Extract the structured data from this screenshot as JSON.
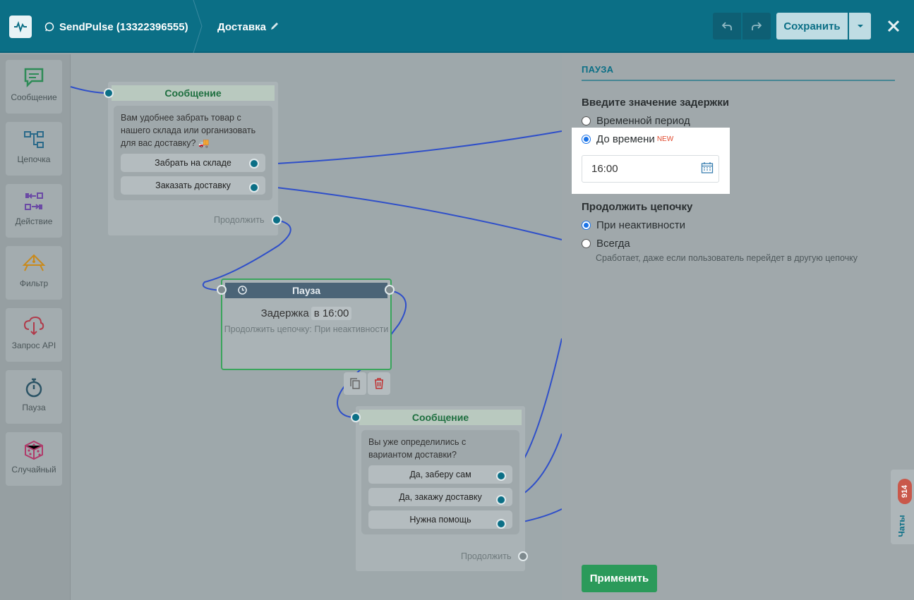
{
  "header": {
    "bot_name": "SendPulse (13322396555)",
    "flow_name": "Доставка",
    "save_label": "Сохранить"
  },
  "sidebar": {
    "items": [
      {
        "label": "Сообщение",
        "icon": "message-icon"
      },
      {
        "label": "Цепочка",
        "icon": "chain-icon"
      },
      {
        "label": "Действие",
        "icon": "action-icon"
      },
      {
        "label": "Фильтр",
        "icon": "filter-icon"
      },
      {
        "label": "Запрос API",
        "icon": "api-request-icon"
      },
      {
        "label": "Пауза",
        "icon": "stopwatch-icon"
      },
      {
        "label": "Случайный",
        "icon": "dice-icon"
      }
    ]
  },
  "canvas": {
    "message1": {
      "title": "Сообщение",
      "text": "Вам удобнее забрать товар с нашего склада или организовать для вас доставку? 🚚",
      "buttons": [
        "Забрать на складе",
        "Заказать доставку"
      ],
      "continue": "Продолжить"
    },
    "pause": {
      "title": "Пауза",
      "delay_label": "Задержка",
      "delay_value": "в 16:00",
      "continue_text": "Продолжить цепочку: При неактивности"
    },
    "message2": {
      "title": "Сообщение",
      "text": "Вы уже определились с вариантом доставки?",
      "buttons": [
        "Да, заберу сам",
        "Да, закажу доставку",
        "Нужна помощь"
      ],
      "continue": "Продолжить"
    }
  },
  "panel": {
    "title": "ПАУЗА",
    "delay_heading": "Введите значение задержки",
    "option_period": "Временной период",
    "option_until": "До времени",
    "new_badge": "NEW",
    "time_value": "16:00",
    "chain_heading": "Продолжить цепочку",
    "option_inactive": "При неактивности",
    "option_always": "Всегда",
    "always_hint": "Сработает, даже если пользователь перейдет в другую цепочку",
    "apply_label": "Применить"
  },
  "chats": {
    "label": "Чаты",
    "count": "914"
  }
}
